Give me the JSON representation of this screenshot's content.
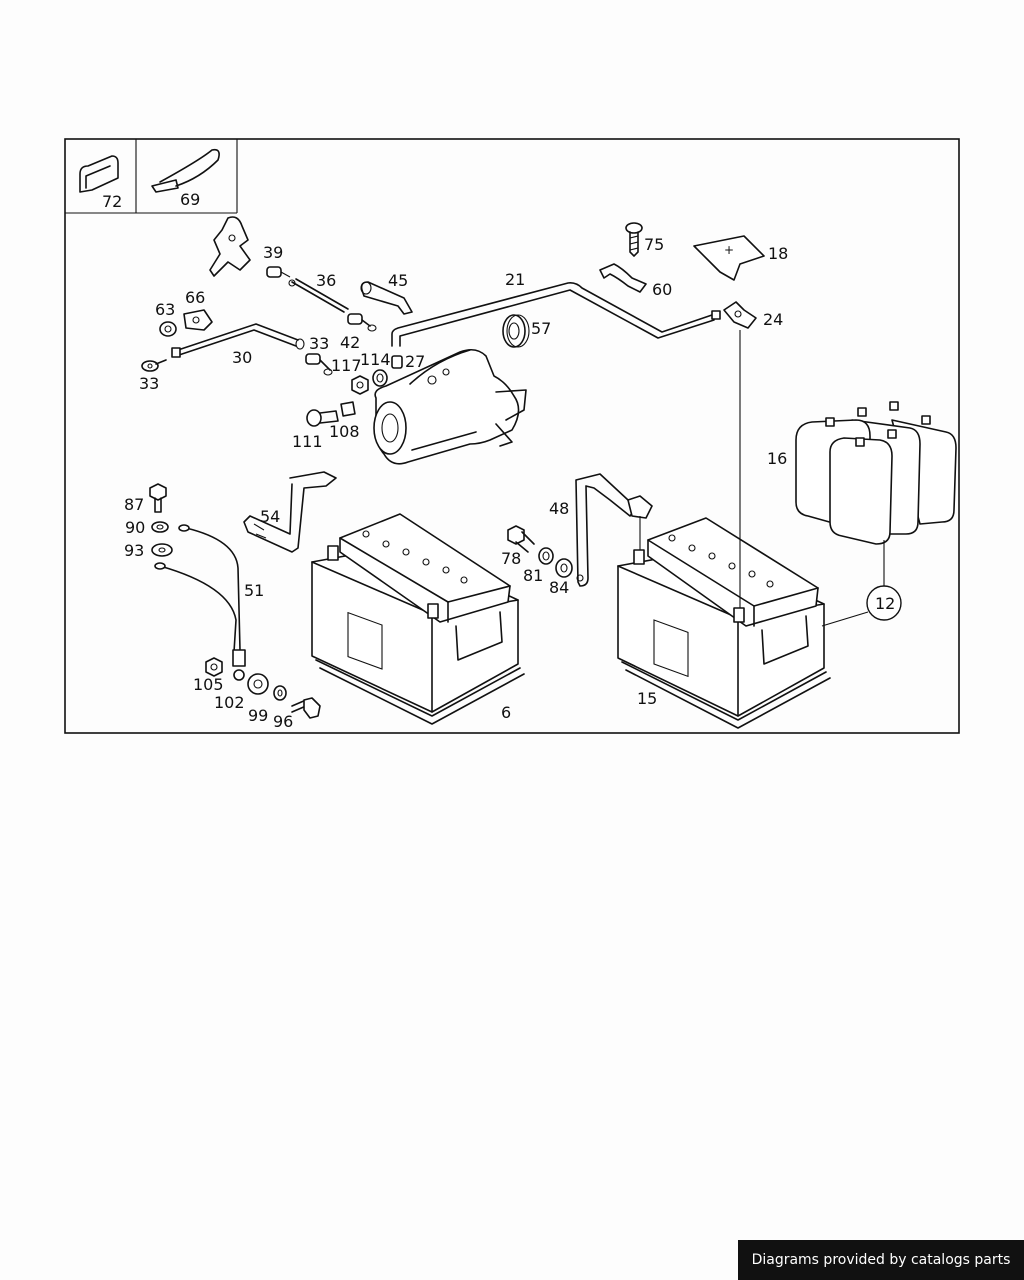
{
  "credit": "Diagrams provided by catalogs parts",
  "callouts": {
    "c72": "72",
    "c69": "69",
    "c39": "39",
    "c36": "36",
    "c45": "45",
    "c21": "21",
    "c75": "75",
    "c18": "18",
    "c60": "60",
    "c24": "24",
    "c57": "57",
    "c63": "63",
    "c66": "66",
    "c30": "30",
    "c33a": "33",
    "c33b": "33",
    "c42": "42",
    "c117": "117",
    "c114": "114",
    "c27": "27",
    "c111": "111",
    "c108": "108",
    "c16": "16",
    "c87": "87",
    "c90": "90",
    "c93": "93",
    "c54": "54",
    "c48": "48",
    "c78": "78",
    "c81": "81",
    "c84": "84",
    "c51": "51",
    "c12": "12",
    "c105": "105",
    "c102": "102",
    "c99": "99",
    "c96": "96",
    "c6": "6",
    "c15": "15"
  }
}
